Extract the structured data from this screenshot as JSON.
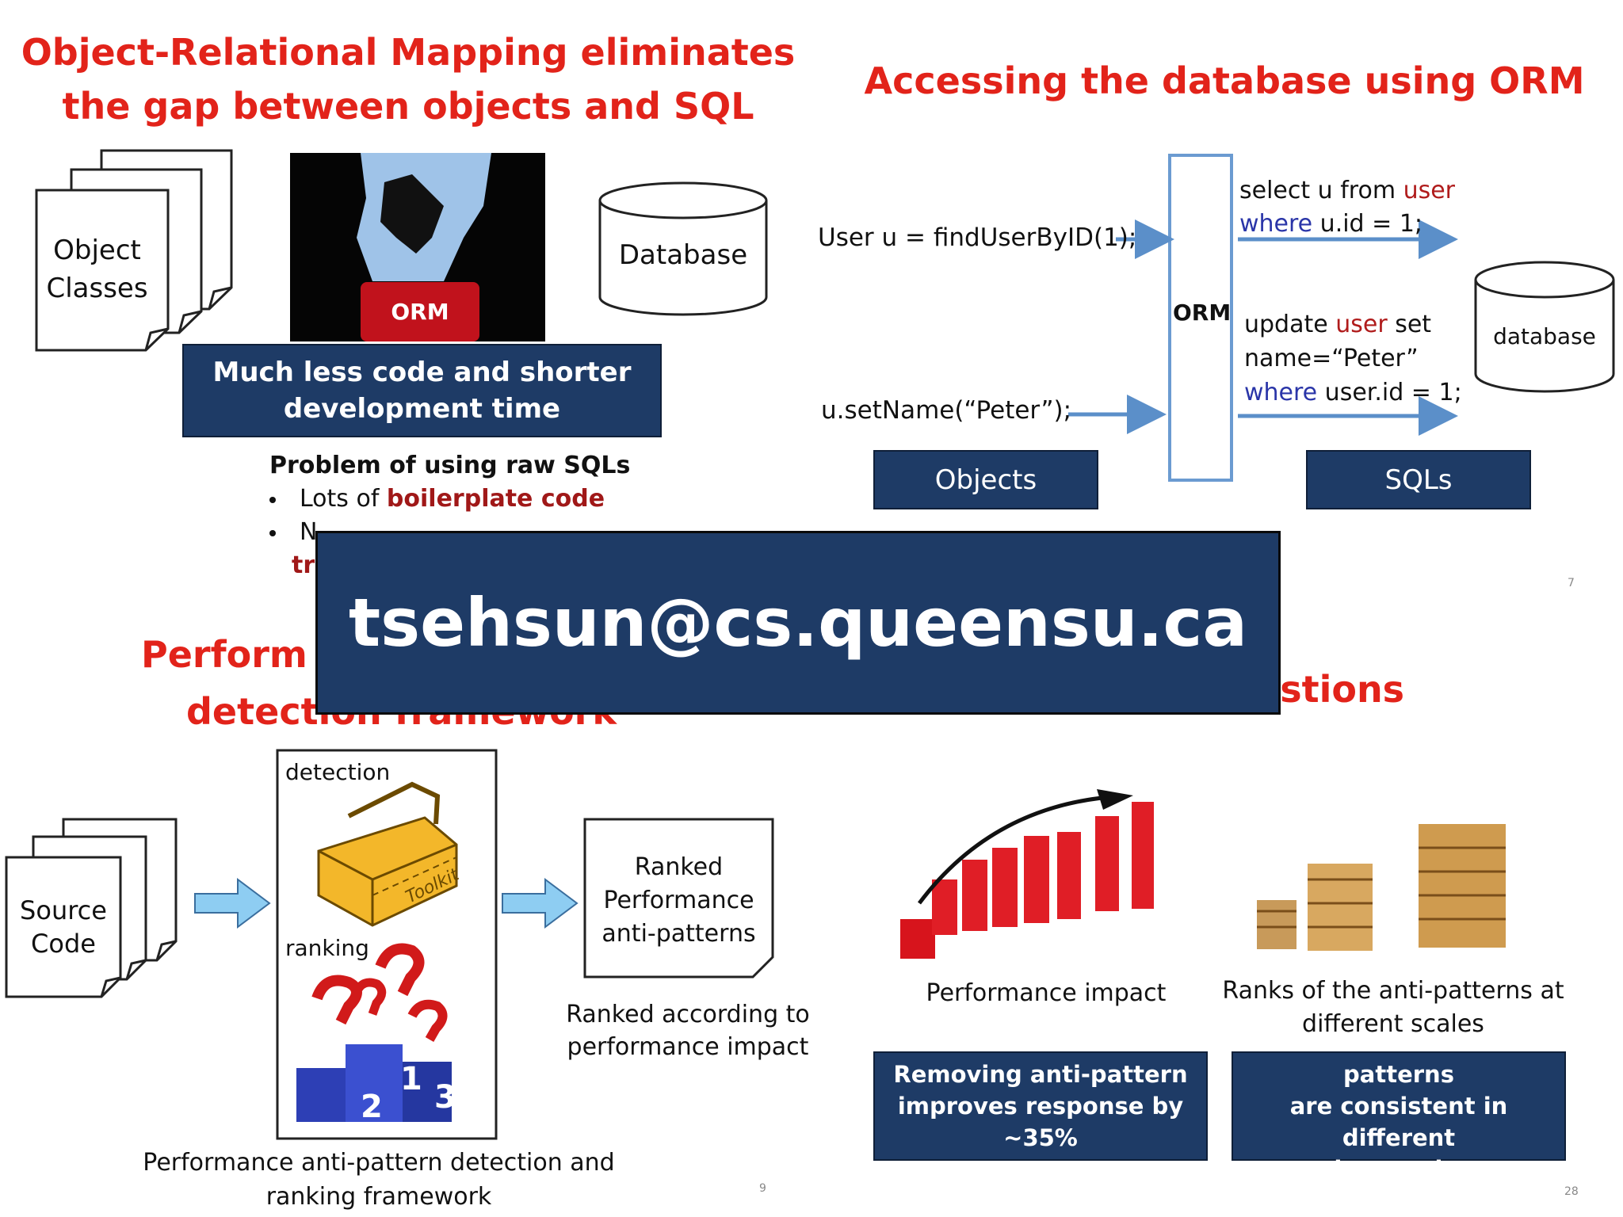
{
  "q1": {
    "title_line1": "Object-Relational Mapping eliminates",
    "title_line2": "the gap between objects and SQL",
    "object_classes_line1": "Object",
    "object_classes_line2": "Classes",
    "orm_badge": "ORM",
    "database_label": "Database",
    "banner_line1": "Much less code and shorter",
    "banner_line2": "development time",
    "problem_heading": "Problem of using raw SQLs",
    "bullet1_prefix": "Lots of ",
    "bullet1_highlight": "boilerplate code",
    "bullet2_partial": "N",
    "bullet3_partial": "tr"
  },
  "q2": {
    "title": "Accessing the database using ORM",
    "call1": "User u = findUserByID(1);",
    "call2": "u.setName(“Peter”);",
    "orm_label": "ORM",
    "sql1_a": "select u from ",
    "sql1_user": "user",
    "sql1_where": "where",
    "sql1_rest": " u.id = 1;",
    "sql2_a": "update ",
    "sql2_user": "user",
    "sql2_set": " set",
    "sql2_line2": "name=“Peter”",
    "sql2_where": "where",
    "sql2_rest": " user.id = 1;",
    "database_label": "database",
    "objects_box": "Objects",
    "sqls_box": "SQLs",
    "page_num": "7"
  },
  "q3": {
    "title_partial1": "Perform",
    "title_partial2": "detection framework",
    "source_code_line1": "Source",
    "source_code_line2": "Code",
    "detection_label": "detection",
    "toolkit_label": "Toolkit",
    "ranking_label": "ranking",
    "ranked_line1": "Ranked",
    "ranked_line2": "Performance",
    "ranked_line3": "anti-patterns",
    "ranked_note_line1": "Ranked according to",
    "ranked_note_line2": "performance impact",
    "caption_line1": "Performance anti-pattern detection and",
    "caption_line2": "ranking framework",
    "page_num": "9"
  },
  "q4": {
    "title_partial": "estions",
    "perf_impact_label": "Performance impact",
    "ranks_label_line1": "Ranks of the anti-patterns at",
    "ranks_label_line2": "different scales",
    "box1_line1": "Removing anti-pattern",
    "box1_line2": "improves response by ~35%",
    "box2_line1": "Ranks of the anti-patterns",
    "box2_line2": "are consistent in different",
    "box2_line3": "data scales",
    "page_num": "28"
  },
  "overlay": {
    "email": "tsehsun@cs.queensu.ca"
  },
  "colors": {
    "title_red": "#e2231a",
    "navy": "#1e3b66",
    "arrow_blue": "#5b8fc9",
    "light_blue_arrow": "#8ecdf2",
    "orm_badge_red": "#c1121c"
  }
}
